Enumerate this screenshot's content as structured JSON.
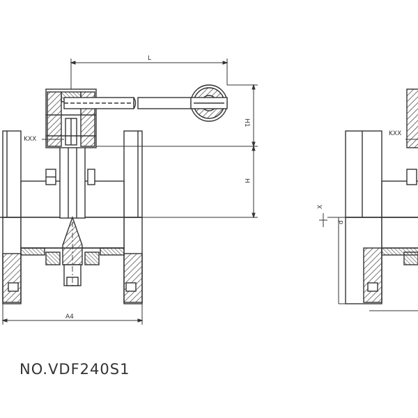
{
  "drawing": {
    "model_number": "NO.VDF240S1",
    "dimension_labels": {
      "handle_length": "L",
      "handle_height": "H1",
      "body_height": "H",
      "face_width": "A4",
      "section_left": "KXX",
      "section_right": "KXX",
      "bore_label": "d",
      "center_mark": "X"
    },
    "colors": {
      "line": "#333333",
      "hatch": "#555555",
      "paper": "#ffffff"
    }
  }
}
